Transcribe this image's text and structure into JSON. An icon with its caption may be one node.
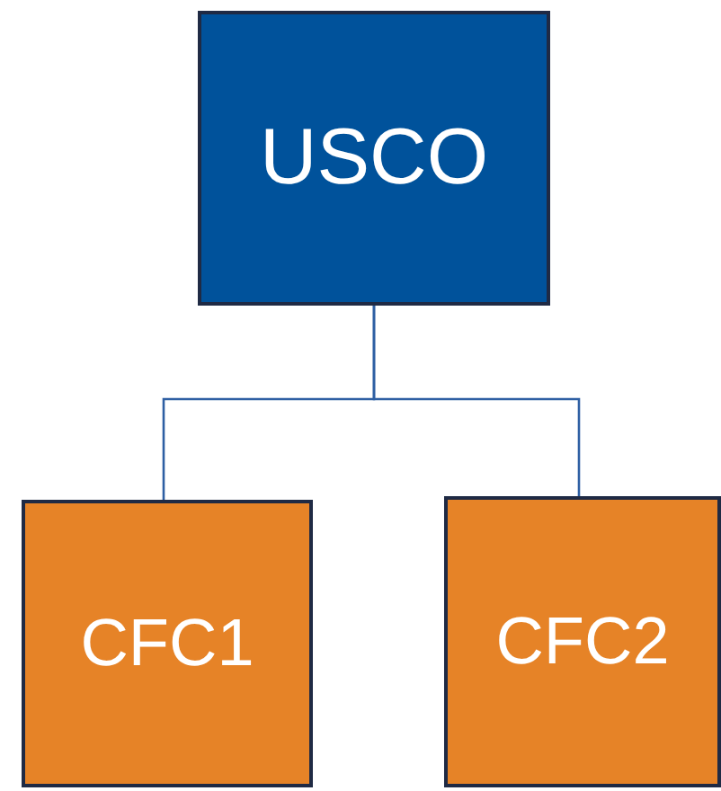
{
  "diagram": {
    "nodes": [
      {
        "text": [
          "USCO"
        ]
      },
      {
        "text": [
          "CFC1"
        ]
      },
      {
        "text": [
          "CFC2"
        ]
      }
    ],
    "edges": [
      {
        "from": 0,
        "to": 1,
        "arrow": "none"
      },
      {
        "from": 0,
        "to": 2,
        "arrow": "none"
      }
    ]
  }
}
